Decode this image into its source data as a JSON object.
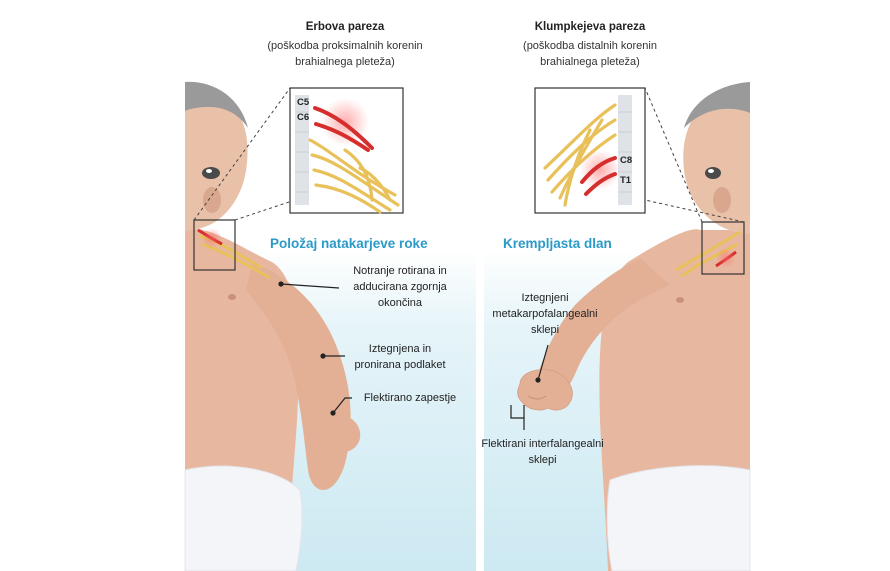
{
  "banner_title": "",
  "colors": {
    "title": "#e8742a",
    "accent": "#2a9ac8",
    "nerve_injured": "#d62d2d",
    "nerve_healthy": "#e8c15a",
    "skin": "#e7b89f",
    "panel_bg": "#daeff6"
  },
  "left": {
    "heading": "Erbova pareza",
    "subtitle_1": "(poškodba proksimalnih korenin",
    "subtitle_2": "brahialnega pleteža)",
    "nerve_labels": [
      "C5",
      "C6"
    ],
    "position_title": "Položaj natakarjeve roke",
    "annotations": [
      {
        "line1": "Notranje rotirana in",
        "line2": "adducirana zgornja",
        "line3": "okončina"
      },
      {
        "line1": "Iztegnjena in",
        "line2": "pronirana podlaket"
      },
      {
        "line1": "Flektirano zapestje"
      }
    ]
  },
  "right": {
    "heading": "Klumpkejeva pareza",
    "subtitle_1": "(poškodba distalnih korenin",
    "subtitle_2": "brahialnega pleteža)",
    "nerve_labels": [
      "C8",
      "T1"
    ],
    "position_title": "Krempljasta dlan",
    "annotations": [
      {
        "line1": "Iztegnjeni",
        "line2": "metakarpofalangealni",
        "line3": "sklepi"
      },
      {
        "line1": "Flektirani interfalangealni",
        "line2": "sklepi"
      }
    ]
  }
}
